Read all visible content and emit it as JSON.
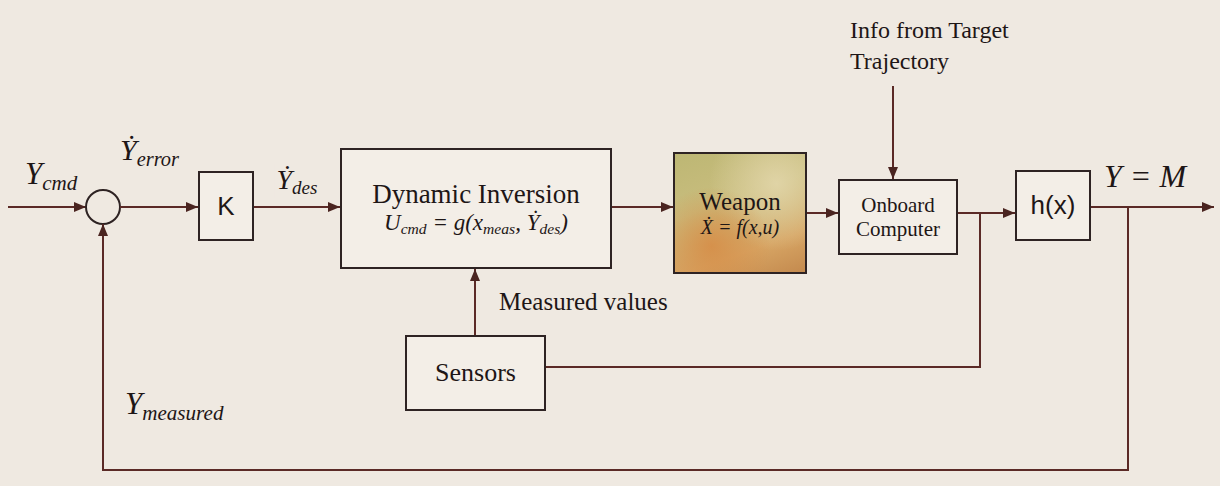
{
  "diagram": {
    "nodes": [
      {
        "text": [
          "K"
        ]
      },
      {
        "text": [
          "Dynamic Inversion",
          "Ucmd = g(xmeas, Ẏdes)"
        ]
      },
      {
        "text": [
          "Weapon",
          "Ẋ = f(x,u)"
        ]
      },
      {
        "text": [
          "Onboard Computer"
        ]
      },
      {
        "text": [
          "h(x)"
        ]
      },
      {
        "text": [
          "Sensors"
        ]
      }
    ],
    "edges": [
      {
        "from": 0,
        "to": 1,
        "arrow": "to",
        "label": "Ẏdes"
      },
      {
        "from": 1,
        "to": 2,
        "arrow": "to"
      },
      {
        "from": 2,
        "to": 3,
        "arrow": "to"
      },
      {
        "from": 3,
        "to": 4,
        "arrow": "to"
      },
      {
        "from": 5,
        "to": 1,
        "arrow": "to",
        "label": "Measured values"
      },
      {
        "from": 3,
        "to": 5,
        "arrow": "none"
      }
    ],
    "labels": [
      "Info from Target Trajectory",
      "Ycmd",
      "Ẏerror",
      "Ymeasured",
      "Y = M"
    ]
  }
}
